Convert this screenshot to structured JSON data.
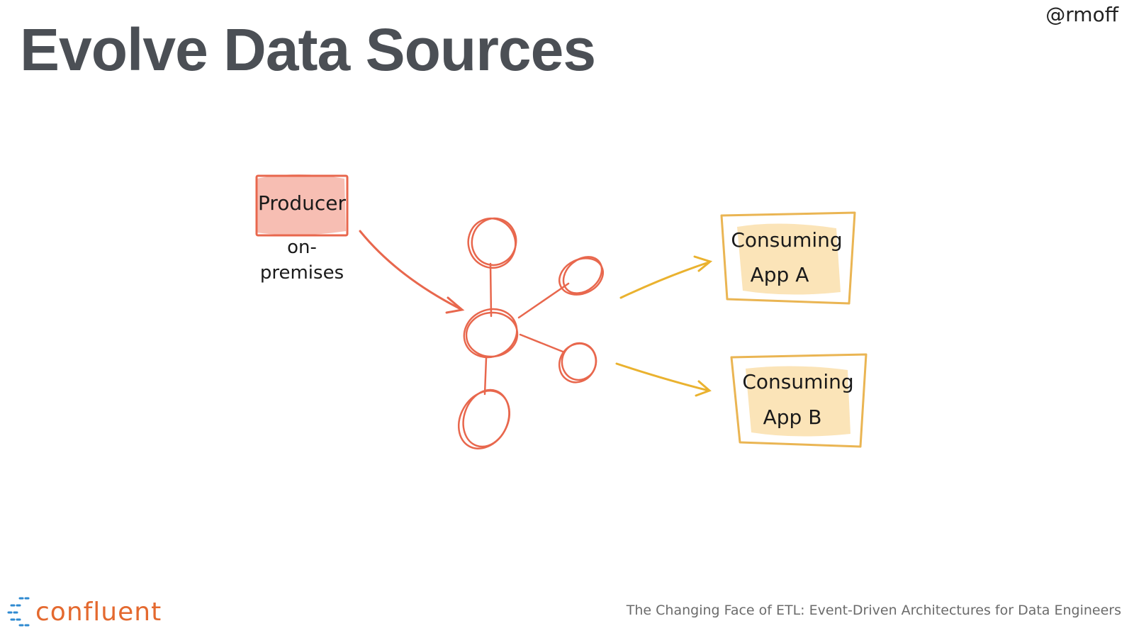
{
  "slide": {
    "title": "Evolve Data Sources",
    "handle": "@rmoff",
    "footer": "The Changing Face of ETL: Event-Driven Architectures for Data Engineers",
    "logo_text": "confluent"
  },
  "diagram": {
    "producer": {
      "label": "Producer",
      "sublabel_line1": "on-",
      "sublabel_line2": "premises"
    },
    "consumer_a": {
      "line1": "Consuming",
      "line2": "App A"
    },
    "consumer_b": {
      "line1": "Consuming",
      "line2": "App B"
    }
  },
  "colors": {
    "title": "#4b4f55",
    "producer": "#e8674d",
    "producer_fill": "#f6b3a6",
    "kafka_nodes": "#e8674d",
    "consumer": "#eab553",
    "consumer_fill": "#fbe1b0",
    "consumer_arrows": "#eab22f",
    "logo": "#e4692f",
    "logo_dashes": "#2f8ad1"
  }
}
